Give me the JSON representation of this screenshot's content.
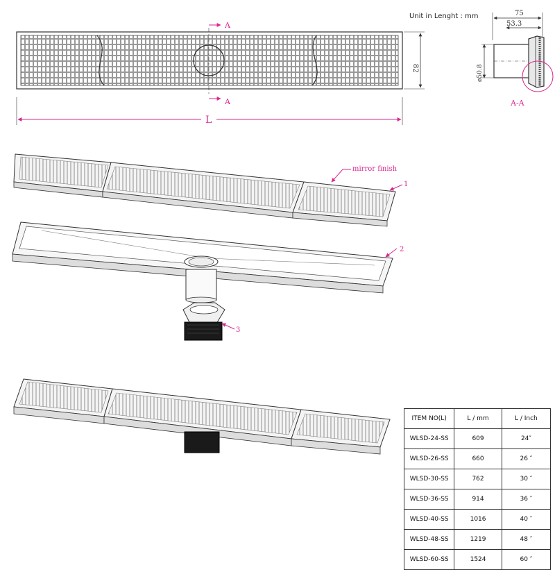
{
  "header": {
    "unit_note": "Unit in Lenght : mm"
  },
  "top_view": {
    "section_mark_top": "A",
    "section_mark_bottom": "A",
    "length_label": "L",
    "width_dim": "82"
  },
  "section_view": {
    "dim_outer": "75",
    "dim_inner": "53.3",
    "dim_diameter": "ø50.8",
    "section_label": "A-A"
  },
  "exploded_view": {
    "finish_callout": "mirror finish",
    "part_1": "1",
    "part_2": "2",
    "part_3": "3"
  },
  "spec_table": {
    "headers": [
      "ITEM NO(L)",
      "L / mm",
      "L / Inch"
    ],
    "rows": [
      [
        "WLSD-24-SS",
        "609",
        "24″"
      ],
      [
        "WLSD-26-SS",
        "660",
        "26 ″"
      ],
      [
        "WLSD-30-SS",
        "762",
        "30 ″"
      ],
      [
        "WLSD-36-SS",
        "914",
        "36 ″"
      ],
      [
        "WLSD-40-SS",
        "1016",
        "40 ″"
      ],
      [
        "WLSD-48-SS",
        "1219",
        "48 ″"
      ],
      [
        "WLSD-60-SS",
        "1524",
        "60 ″"
      ]
    ]
  },
  "colors": {
    "annotation": "#d9288f",
    "line": "#333333"
  }
}
